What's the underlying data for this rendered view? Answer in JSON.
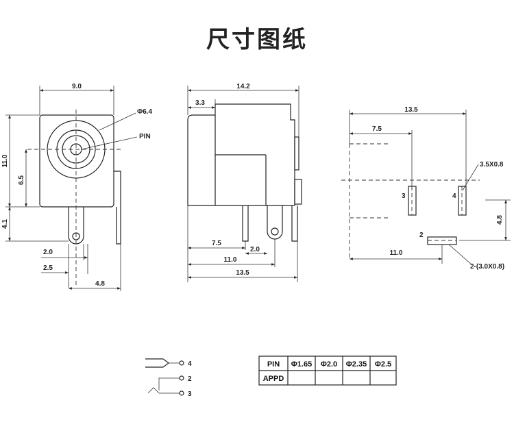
{
  "title": "尺寸图纸",
  "front_view": {
    "width_dim": "9.0",
    "height_dim": "11.0",
    "center_height_dim": "6.5",
    "lower_dim": "4.1",
    "diameter_label": "Φ6.4",
    "pin_label": "PIN",
    "pin_offset_dim": "2.0",
    "pin_offset2_dim": "2.5",
    "pin_offset3_dim": "4.8"
  },
  "side_view": {
    "length_dim": "14.2",
    "front_dim": "3.3",
    "dim_7_5": "7.5",
    "dim_2_0": "2.0",
    "dim_11_0": "11.0",
    "dim_13_5": "13.5"
  },
  "footprint": {
    "top_dim": "13.5",
    "dim_7_5": "7.5",
    "pad_size": "3.5X0.8",
    "pad3_label": "3",
    "pad4_label": "4",
    "pad2_label": "2",
    "dim_4_8": "4.8",
    "dim_11_0": "11.0",
    "pad2_size": "2-(3.0X0.8)"
  },
  "schematic": {
    "pin4": "4",
    "pin2": "2",
    "pin3": "3"
  },
  "table": {
    "row1_header": "PIN",
    "row2_header": "APPD",
    "columns": [
      "Φ1.65",
      "Φ2.0",
      "Φ2.35",
      "Φ2.5"
    ]
  }
}
